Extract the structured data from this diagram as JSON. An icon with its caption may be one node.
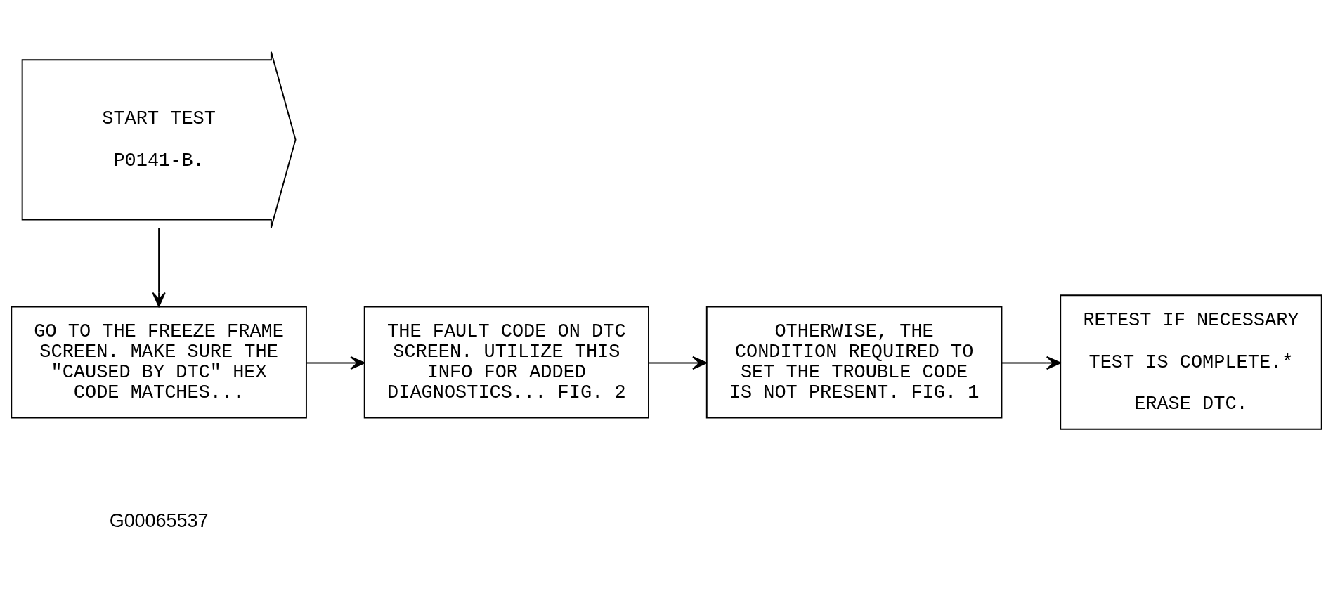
{
  "diagram": {
    "nodes": [
      {
        "text": [
          "START TEST",
          "P0141-B."
        ]
      },
      {
        "text": [
          "GO TO THE FREEZE FRAME SCREEN. MAKE SURE THE \"CAUSED BY DTC\" HEX CODE MATCHES..."
        ]
      },
      {
        "text": [
          "THE FAULT CODE ON DTC SCREEN. UTILIZE THIS INFO FOR ADDED DIAGNOSTICS... FIG. 2"
        ]
      },
      {
        "text": [
          "OTHERWISE, THE CONDITION REQUIRED TO SET THE TROUBLE CODE IS NOT PRESENT. FIG. 1"
        ]
      },
      {
        "text": [
          "RETEST IF NECESSARY",
          "TEST IS COMPLETE.*",
          "ERASE DTC."
        ]
      }
    ],
    "edges": [
      {
        "from": 0,
        "to": 1,
        "arrow": "to"
      },
      {
        "from": 1,
        "to": 2,
        "arrow": "to"
      },
      {
        "from": 2,
        "to": 3,
        "arrow": "to"
      },
      {
        "from": 3,
        "to": 4,
        "arrow": "to"
      }
    ],
    "labels": [
      "G00065537"
    ]
  }
}
